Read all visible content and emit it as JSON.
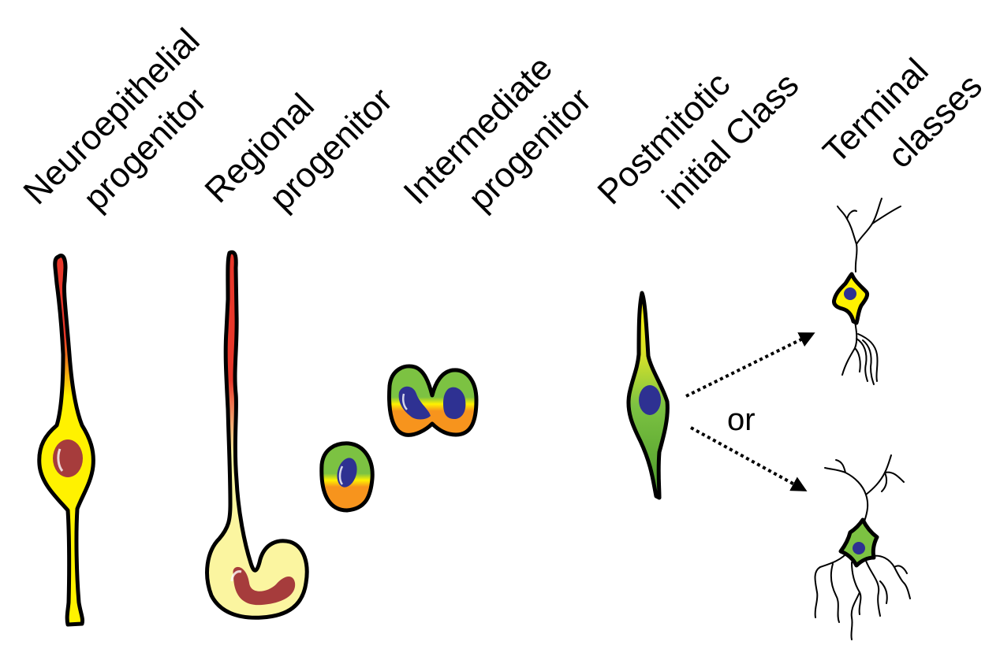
{
  "stages": [
    {
      "line1": "Neuroepithelial",
      "line2": "progenitor"
    },
    {
      "line1": "Regional",
      "line2": "progenitor"
    },
    {
      "line1": "Intermediate",
      "line2": "progenitor"
    },
    {
      "line1": "Postmitotic",
      "line2": "initial Class"
    },
    {
      "line1": "Terminal",
      "line2": "classes"
    }
  ],
  "branch_word": "or",
  "colors": {
    "red": "#e8372a",
    "orange": "#f7941d",
    "yellow": "#fff200",
    "pale_yellow": "#fbf5a0",
    "green": "#7cc242",
    "nucleus_brown": "#a63c3c",
    "nucleus_blue": "#2e3192",
    "outline": "#000000"
  }
}
